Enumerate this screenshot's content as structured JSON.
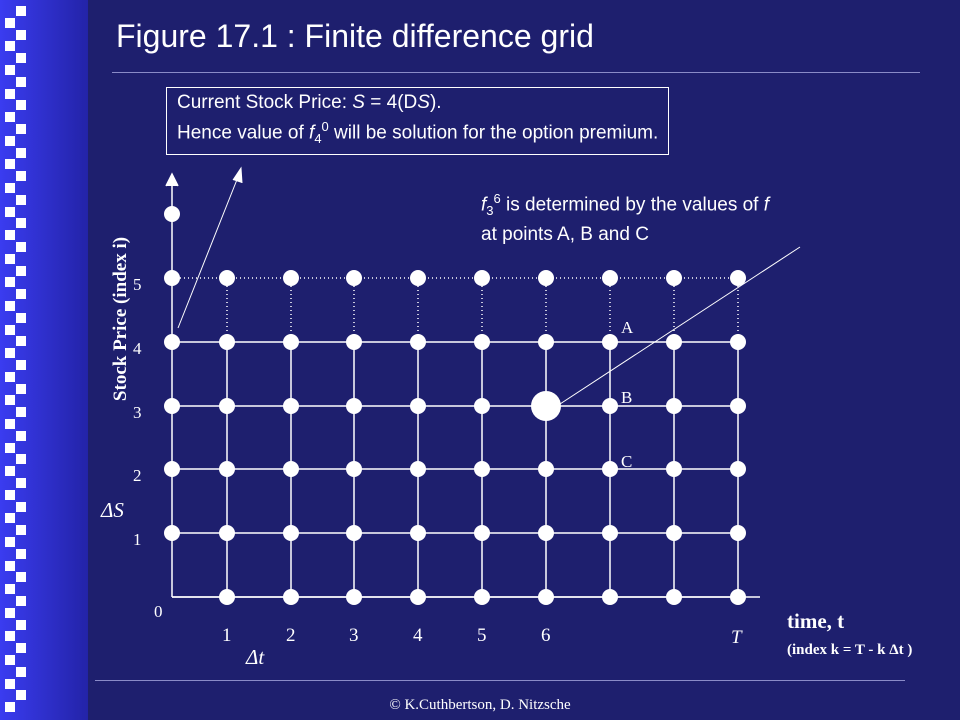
{
  "title": "Figure 17.1 : Finite difference grid",
  "callout_stock": {
    "line1_a": "Current Stock Price:  ",
    "line1_s": "S",
    "line1_b": " = 4(D",
    "line1_s2": "S",
    "line1_c": ").",
    "line2_a": "Hence value of ",
    "line2_f": "f",
    "line2_sub": "4",
    "line2_sup": "0",
    "line2_b": " will be solution for the option premium."
  },
  "callout_f36": {
    "line1_f": "f",
    "line1_sub": "3",
    "line1_sup": "6",
    "line1_a": " is determined by the values of ",
    "line1_f2": "f",
    "line2": "at  points A, B and C"
  },
  "y_axis": {
    "label": "Stock Price (index i)",
    "ticks": [
      "1",
      "2",
      "3",
      "4",
      "5"
    ],
    "origin": "0",
    "delta_label": "ΔS"
  },
  "x_axis": {
    "label": "time, t",
    "sublabel": "(index k = T - k Δt )",
    "ticks": [
      "1",
      "2",
      "3",
      "4",
      "5",
      "6"
    ],
    "end_tick": "T",
    "delta_label": "Δt"
  },
  "points": {
    "a": "A",
    "b": "B",
    "c": "C"
  },
  "copyright": "© K.Cuthbertson, D. Nitzsche",
  "colors": {
    "background": "#1e1f6e",
    "sidebar": "#3a3cf0",
    "foreground": "#ffffff"
  }
}
